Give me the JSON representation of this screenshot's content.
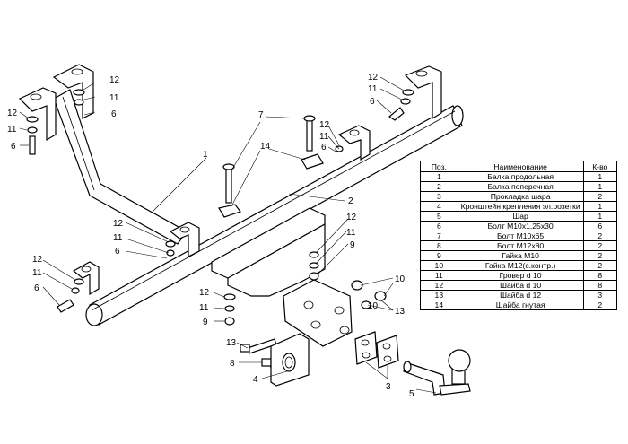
{
  "callouts": [
    {
      "id": "c12a",
      "text": "12"
    },
    {
      "id": "c11a",
      "text": "11"
    },
    {
      "id": "c6a",
      "text": "6"
    },
    {
      "id": "c12b",
      "text": "12"
    },
    {
      "id": "c11b",
      "text": "11"
    },
    {
      "id": "c6b",
      "text": "6"
    },
    {
      "id": "c12c",
      "text": "12"
    },
    {
      "id": "c11c",
      "text": "11"
    },
    {
      "id": "c6c",
      "text": "6"
    },
    {
      "id": "c7",
      "text": "7"
    },
    {
      "id": "c12d",
      "text": "12"
    },
    {
      "id": "c11d",
      "text": "11"
    },
    {
      "id": "c6d",
      "text": "6"
    },
    {
      "id": "c14",
      "text": "14"
    },
    {
      "id": "c1",
      "text": "1"
    },
    {
      "id": "c2",
      "text": "2"
    },
    {
      "id": "c12e",
      "text": "12"
    },
    {
      "id": "c11e",
      "text": "11"
    },
    {
      "id": "c6e",
      "text": "6"
    },
    {
      "id": "c12f",
      "text": "12"
    },
    {
      "id": "c11f",
      "text": "11"
    },
    {
      "id": "c9a",
      "text": "9"
    },
    {
      "id": "c12g",
      "text": "12"
    },
    {
      "id": "c11g",
      "text": "11"
    },
    {
      "id": "c6g",
      "text": "6"
    },
    {
      "id": "c10a",
      "text": "10"
    },
    {
      "id": "c10b",
      "text": "10"
    },
    {
      "id": "c13a",
      "text": "13"
    },
    {
      "id": "c12h",
      "text": "12"
    },
    {
      "id": "c11h",
      "text": "11"
    },
    {
      "id": "c9b",
      "text": "9"
    },
    {
      "id": "c13b",
      "text": "13"
    },
    {
      "id": "c8",
      "text": "8"
    },
    {
      "id": "c4",
      "text": "4"
    },
    {
      "id": "c3",
      "text": "3"
    },
    {
      "id": "c5",
      "text": "5"
    }
  ],
  "table": {
    "headers": [
      "Поз.",
      "Наименование",
      "К-во"
    ],
    "rows": [
      [
        "1",
        "Балка продольная",
        "1"
      ],
      [
        "2",
        "Балка поперечная",
        "1"
      ],
      [
        "3",
        "Прокладка шара",
        "2"
      ],
      [
        "4",
        "Кронштейн крепления эл.розетки",
        "1"
      ],
      [
        "5",
        "Шар",
        "1"
      ],
      [
        "6",
        "Болт М10х1.25х30",
        "6"
      ],
      [
        "7",
        "Болт М10х65",
        "2"
      ],
      [
        "8",
        "Болт М12х80",
        "2"
      ],
      [
        "9",
        "Гайка  М10",
        "2"
      ],
      [
        "10",
        "Гайка М12(с.контр.)",
        "2"
      ],
      [
        "11",
        "Гровер d 10",
        "8"
      ],
      [
        "12",
        "Шайба d 10",
        "8"
      ],
      [
        "13",
        "Шайба d 12",
        "3"
      ],
      [
        "14",
        "Шайба гнутая",
        "2"
      ]
    ]
  }
}
